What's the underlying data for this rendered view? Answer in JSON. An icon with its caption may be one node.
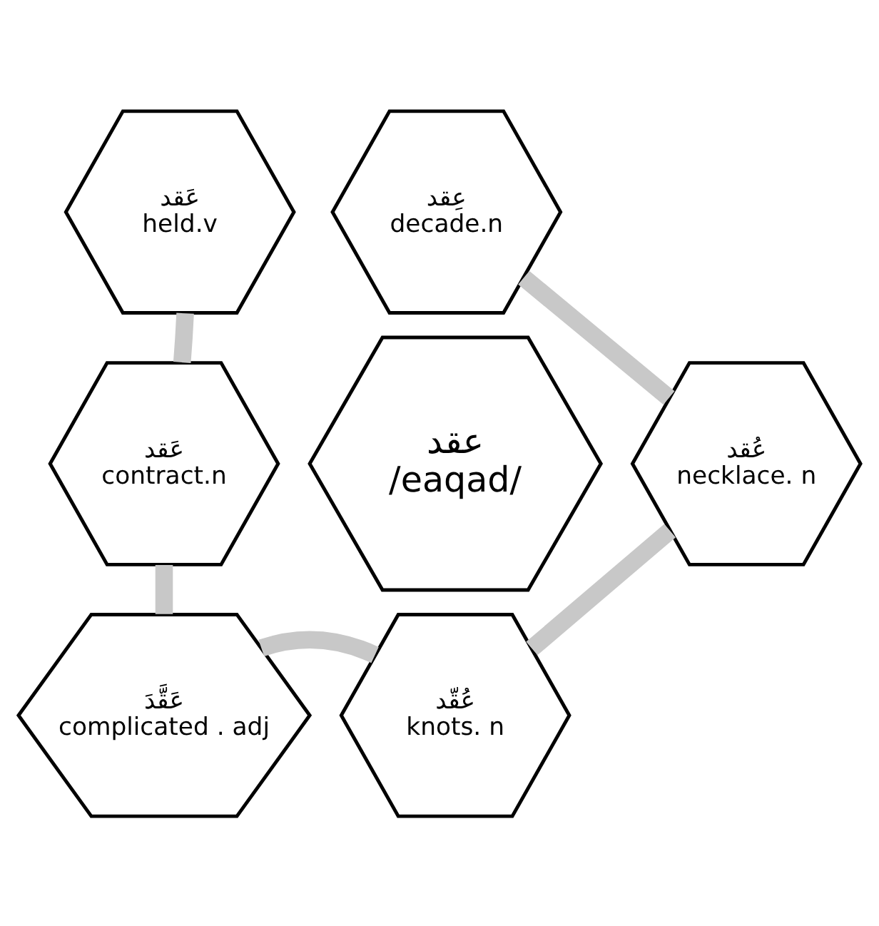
{
  "diagram": {
    "nodes": [
      {
        "text": [
          "عِقد",
          "decade.n"
        ]
      },
      {
        "text": [
          "عَقد",
          "held.v"
        ]
      },
      {
        "text": [
          "عُقد",
          "necklace. n"
        ]
      },
      {
        "text": [
          "عقد",
          "/eaqad/"
        ]
      },
      {
        "text": [
          "عَقد",
          "contract.n"
        ]
      },
      {
        "text": [
          "عُقّد",
          "knots. n"
        ]
      },
      {
        "text": [
          "عَقَّدَ",
          "complicated . adj"
        ]
      }
    ],
    "edges": [
      {
        "from": 0,
        "to": 2,
        "arrow": "none",
        "color": "#c8c8c8"
      },
      {
        "from": 2,
        "to": 5,
        "arrow": "none",
        "color": "#c8c8c8"
      },
      {
        "from": 5,
        "to": 6,
        "arrow": "none",
        "color": "#c8c8c8"
      },
      {
        "from": 6,
        "to": 4,
        "arrow": "none",
        "color": "#c8c8c8"
      },
      {
        "from": 4,
        "to": 1,
        "arrow": "none",
        "color": "#c8c8c8"
      }
    ]
  }
}
